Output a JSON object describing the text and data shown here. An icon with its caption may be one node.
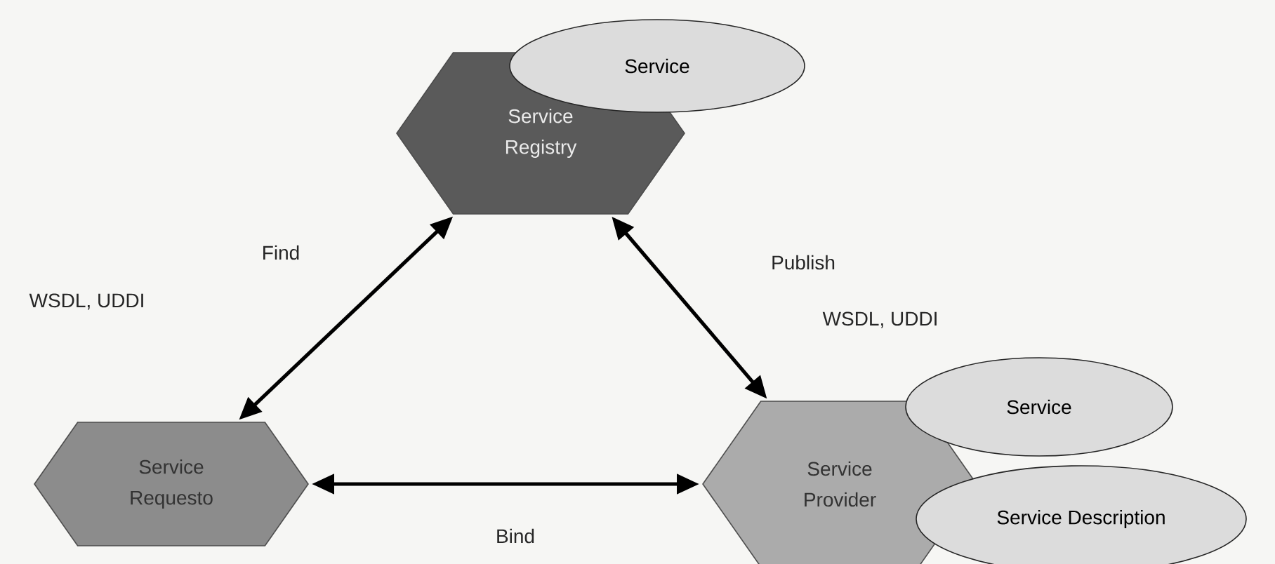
{
  "diagram": {
    "nodes": [
      {
        "text": [
          "Service Registry"
        ]
      },
      {
        "text": [
          "Service"
        ]
      },
      {
        "text": [
          "Service Requesto"
        ]
      },
      {
        "text": [
          "Service Provider"
        ]
      },
      {
        "text": [
          "Service"
        ]
      },
      {
        "text": [
          "Service Description"
        ]
      }
    ],
    "edges": [
      {
        "from": 0,
        "to": 2,
        "arrow": "both",
        "label": "Find"
      },
      {
        "from": 0,
        "to": 3,
        "arrow": "both",
        "label": "Publish"
      },
      {
        "from": 2,
        "to": 3,
        "arrow": "both",
        "label": "Bind"
      }
    ],
    "labels": [
      "WSDL, UDDI",
      "WSDL, UDDI"
    ]
  }
}
